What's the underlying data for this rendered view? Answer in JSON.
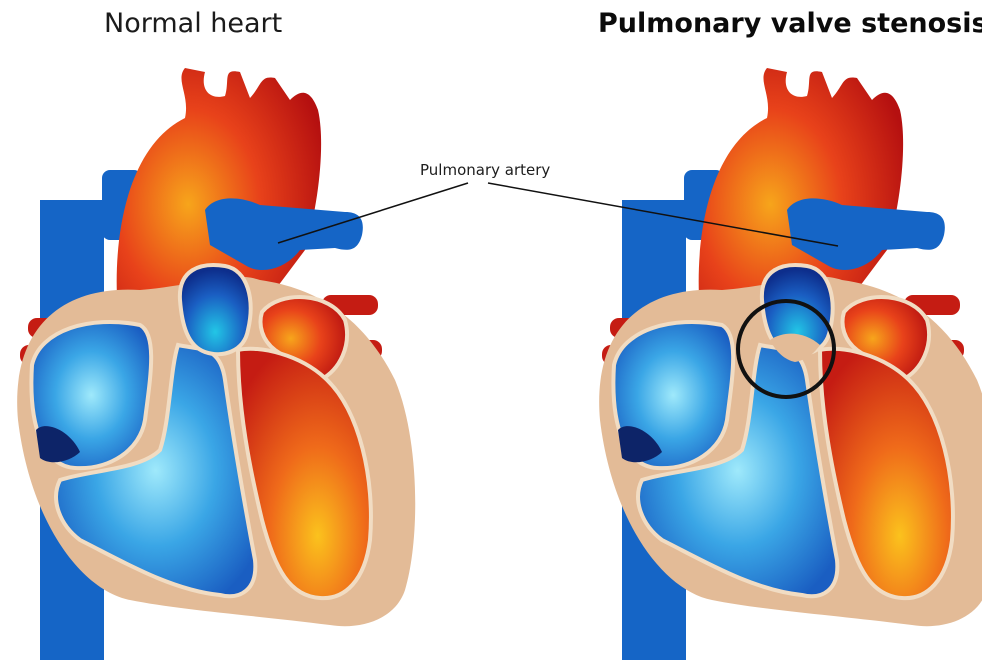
{
  "titles": {
    "normal": "Normal heart",
    "stenosis": "Pulmonary valve stenosis"
  },
  "labels": {
    "pulmonary_artery": "Pulmonary artery"
  },
  "colors": {
    "oxygenated_red": "#e8421a",
    "deoxygenated_blue": "#1f6fd0",
    "tissue_beige": "#e3bb97",
    "highlight_circle": "#111111"
  }
}
